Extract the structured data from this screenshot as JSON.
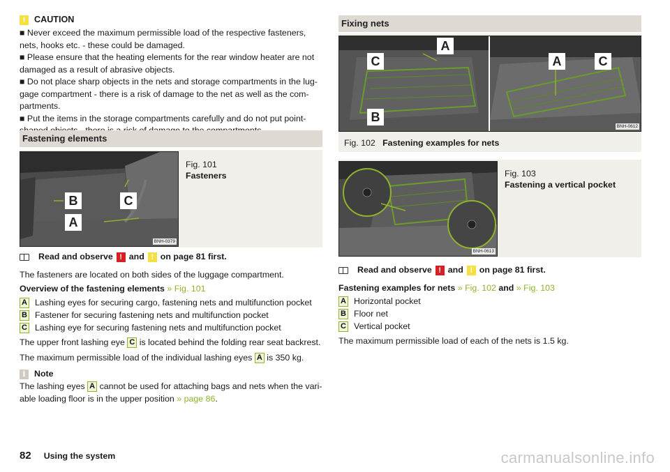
{
  "caution": {
    "title": "CAUTION",
    "lines": [
      "■ Never exceed the maximum permissible load of the respective fasteners,",
      "nets, hooks etc. - these could be damaged.",
      "■ Please ensure that the heating elements for the rear window heater are not",
      "damaged as a result of abrasive objects.",
      "■ Do not place sharp objects in the nets and storage compartments in the lug-",
      "gage compartment - there is a risk of damage to the net as well as the com-",
      "partments.",
      "■ Put the items in the storage compartments carefully and do not put point-",
      "shaped objects - there is a risk of damage to the compartments."
    ]
  },
  "fastening": {
    "heading": "Fastening elements",
    "fig_num": "Fig. 101",
    "fig_title": "Fasteners",
    "fig_code": "BNH-0379",
    "labels": {
      "a": "A",
      "b": "B",
      "c": "C"
    },
    "read": {
      "pre": "Read and observe",
      "and": "and",
      "post": "on page 81 first."
    },
    "intro": "The fasteners are located on both sides of the luggage compartment.",
    "overview_label": "Overview of the fastening elements",
    "overview_ref": "» Fig. 101",
    "items": [
      {
        "tag": "A",
        "text": "Lashing eyes for securing cargo, fastening nets and multifunction pocket"
      },
      {
        "tag": "B",
        "text": "Fastener for securing fastening nets and multifunction pocket"
      },
      {
        "tag": "C",
        "text": "Lashing eye for securing fastening nets and multifunction pocket"
      }
    ],
    "upper": {
      "pre": "The upper front lashing eye",
      "tag": "C",
      "post": "is located behind the folding rear seat backrest."
    },
    "maxload": {
      "pre": "The maximum permissible load of the individual lashing eyes",
      "tag": "A",
      "post": "is 350 kg."
    },
    "note": {
      "title": "Note",
      "line1_pre": "The lashing eyes",
      "tag": "A",
      "line1_post": "cannot be used for attaching bags and nets when the vari-",
      "line2_pre": "able loading floor is in the upper position",
      "line2_ref": "» page 86",
      "line2_post": "."
    }
  },
  "nets": {
    "heading": "Fixing nets",
    "fig102_num": "Fig. 102",
    "fig102_title": "Fastening examples for nets",
    "fig102_code": "BNH-0612",
    "fig103_num": "Fig. 103",
    "fig103_title": "Fastening a vertical pocket",
    "fig103_code": "BNH-0613",
    "labels": {
      "a": "A",
      "b": "B",
      "c": "C"
    },
    "read": {
      "pre": "Read and observe",
      "and": "and",
      "post": "on page 81 first."
    },
    "examples_label": "Fastening examples for nets",
    "examples_ref1": "» Fig. 102",
    "examples_and": "and",
    "examples_ref2": "» Fig. 103",
    "items": [
      {
        "tag": "A",
        "text": "Horizontal pocket"
      },
      {
        "tag": "B",
        "text": "Floor net"
      },
      {
        "tag": "C",
        "text": "Vertical pocket"
      }
    ],
    "maxload": "The maximum permissible load of each of the nets is 1.5 kg."
  },
  "footer": {
    "page": "82",
    "title": "Using the system",
    "watermark": "carmanualsonline.info"
  },
  "colors": {
    "accent_green": "#8fb32a",
    "warning_yellow": "#f5e042",
    "danger_red": "#d91f26",
    "section_gray": "#dedad3"
  }
}
